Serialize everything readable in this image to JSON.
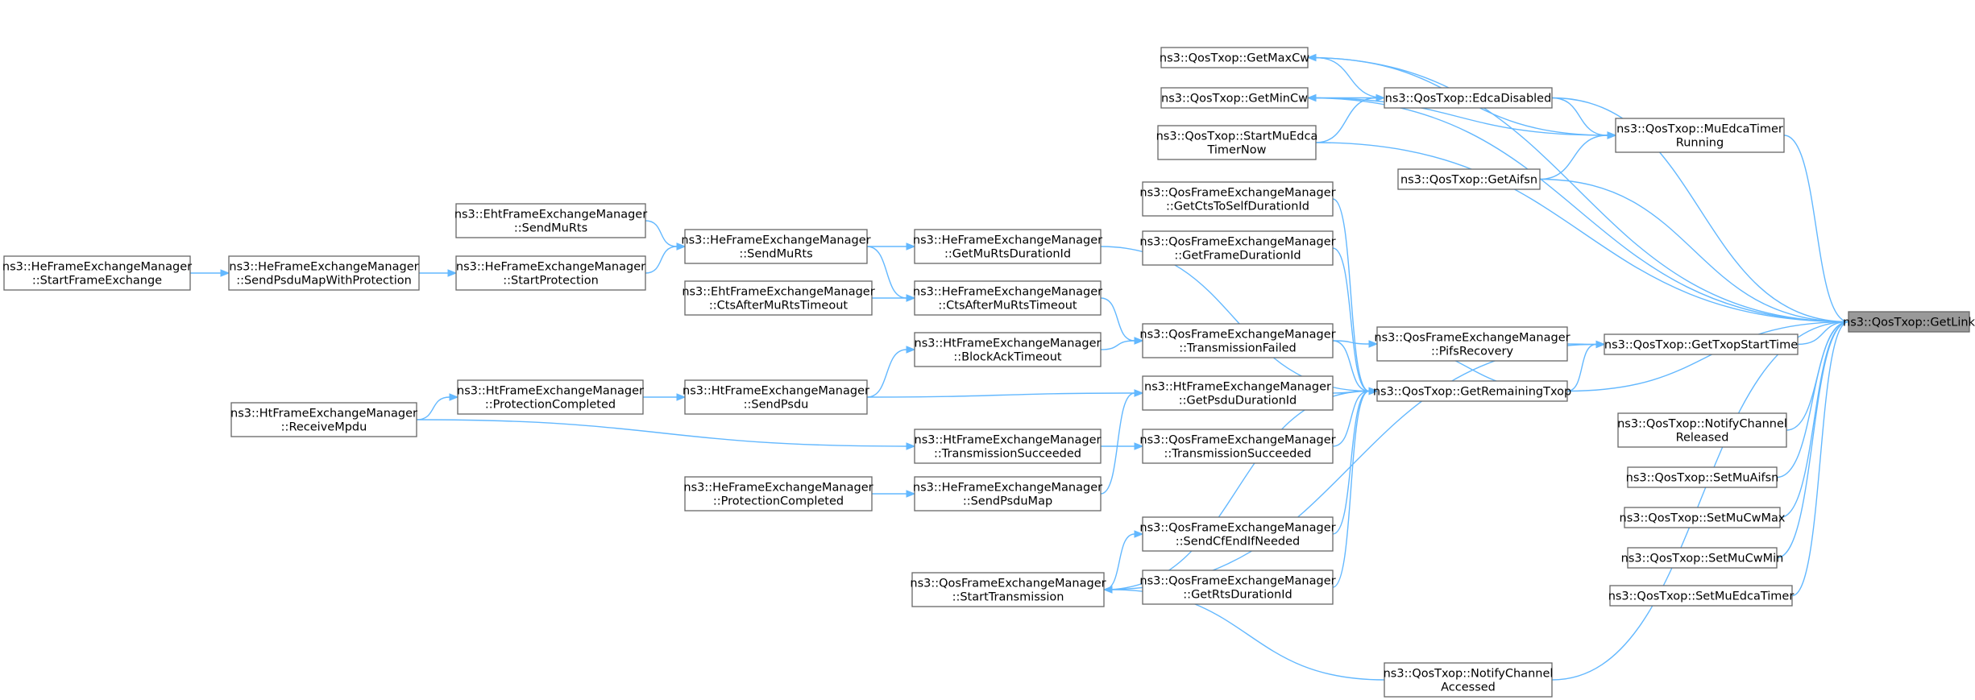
{
  "nodes": [
    {
      "id": "getlink",
      "label": [
        "ns3::QosTxop::GetLink"
      ],
      "root": true
    },
    {
      "id": "getmaxcw",
      "label": [
        "ns3::QosTxop::GetMaxCw"
      ]
    },
    {
      "id": "getmincw",
      "label": [
        "ns3::QosTxop::GetMinCw"
      ]
    },
    {
      "id": "edcadisabled",
      "label": [
        "ns3::QosTxop::EdcaDisabled"
      ]
    },
    {
      "id": "muedcatimerrunning",
      "label": [
        "ns3::QosTxop::MuEdcaTimer",
        "Running"
      ]
    },
    {
      "id": "startmuedcatimernow",
      "label": [
        "ns3::QosTxop::StartMuEdca",
        "TimerNow"
      ]
    },
    {
      "id": "getaifsn",
      "label": [
        "ns3::QosTxop::GetAifsn"
      ]
    },
    {
      "id": "qfem_getctstoself",
      "label": [
        "ns3::QosFrameExchangeManager",
        "::GetCtsToSelfDurationId"
      ]
    },
    {
      "id": "qfem_getframeduration",
      "label": [
        "ns3::QosFrameExchangeManager",
        "::GetFrameDurationId"
      ]
    },
    {
      "id": "eht_sendmurts",
      "label": [
        "ns3::EhtFrameExchangeManager",
        "::SendMuRts"
      ]
    },
    {
      "id": "he_sendmurts",
      "label": [
        "ns3::HeFrameExchangeManager",
        "::SendMuRts"
      ]
    },
    {
      "id": "he_getmurtsduration",
      "label": [
        "ns3::HeFrameExchangeManager",
        "::GetMuRtsDurationId"
      ]
    },
    {
      "id": "he_startframeexchange",
      "label": [
        "ns3::HeFrameExchangeManager",
        "::StartFrameExchange"
      ]
    },
    {
      "id": "he_sendpsdumapwithprot",
      "label": [
        "ns3::HeFrameExchangeManager",
        "::SendPsduMapWithProtection"
      ]
    },
    {
      "id": "he_startprotection",
      "label": [
        "ns3::HeFrameExchangeManager",
        "::StartProtection"
      ]
    },
    {
      "id": "eht_ctsaftermurts",
      "label": [
        "ns3::EhtFrameExchangeManager",
        "::CtsAfterMuRtsTimeout"
      ]
    },
    {
      "id": "he_ctsaftermurts",
      "label": [
        "ns3::HeFrameExchangeManager",
        "::CtsAfterMuRtsTimeout"
      ]
    },
    {
      "id": "ht_blockacktimeout",
      "label": [
        "ns3::HtFrameExchangeManager",
        "::BlockAckTimeout"
      ]
    },
    {
      "id": "qfem_transmissionfailed",
      "label": [
        "ns3::QosFrameExchangeManager",
        "::TransmissionFailed"
      ]
    },
    {
      "id": "qfem_pifsrecovery",
      "label": [
        "ns3::QosFrameExchangeManager",
        "::PifsRecovery"
      ]
    },
    {
      "id": "gettxopstarttime",
      "label": [
        "ns3::QosTxop::GetTxopStartTime"
      ]
    },
    {
      "id": "ht_protectioncompleted",
      "label": [
        "ns3::HtFrameExchangeManager",
        "::ProtectionCompleted"
      ]
    },
    {
      "id": "ht_sendpsdu",
      "label": [
        "ns3::HtFrameExchangeManager",
        "::SendPsdu"
      ]
    },
    {
      "id": "ht_getpsduduration",
      "label": [
        "ns3::HtFrameExchangeManager",
        "::GetPsduDurationId"
      ]
    },
    {
      "id": "getremainingtxop",
      "label": [
        "ns3::QosTxop::GetRemainingTxop"
      ]
    },
    {
      "id": "ht_receivempdu",
      "label": [
        "ns3::HtFrameExchangeManager",
        "::ReceiveMpdu"
      ]
    },
    {
      "id": "ht_transmissionsucceeded",
      "label": [
        "ns3::HtFrameExchangeManager",
        "::TransmissionSucceeded"
      ]
    },
    {
      "id": "qfem_transmissionsucceeded",
      "label": [
        "ns3::QosFrameExchangeManager",
        "::TransmissionSucceeded"
      ]
    },
    {
      "id": "notifychannelreleased",
      "label": [
        "ns3::QosTxop::NotifyChannel",
        "Released"
      ]
    },
    {
      "id": "setmuaifsn",
      "label": [
        "ns3::QosTxop::SetMuAifsn"
      ]
    },
    {
      "id": "he_protectioncompleted",
      "label": [
        "ns3::HeFrameExchangeManager",
        "::ProtectionCompleted"
      ]
    },
    {
      "id": "he_sendpsdumap",
      "label": [
        "ns3::HeFrameExchangeManager",
        "::SendPsduMap"
      ]
    },
    {
      "id": "setmucwmax",
      "label": [
        "ns3::QosTxop::SetMuCwMax"
      ]
    },
    {
      "id": "qfem_sendcfendifneeded",
      "label": [
        "ns3::QosFrameExchangeManager",
        "::SendCfEndIfNeeded"
      ]
    },
    {
      "id": "setmucwmin",
      "label": [
        "ns3::QosTxop::SetMuCwMin"
      ]
    },
    {
      "id": "qfem_getrtsduration",
      "label": [
        "ns3::QosFrameExchangeManager",
        "::GetRtsDurationId"
      ]
    },
    {
      "id": "qfem_starttransmission",
      "label": [
        "ns3::QosFrameExchangeManager",
        "::StartTransmission"
      ]
    },
    {
      "id": "setmuedcatimer",
      "label": [
        "ns3::QosTxop::SetMuEdcaTimer"
      ]
    },
    {
      "id": "notifychannelaccessed",
      "label": [
        "ns3::QosTxop::NotifyChannel",
        "Accessed"
      ]
    }
  ],
  "edges": [
    [
      "getmaxcw",
      "getlink"
    ],
    [
      "getmaxcw",
      "muedcatimerrunning"
    ],
    [
      "edcadisabled",
      "getmaxcw"
    ],
    [
      "edcadisabled",
      "getmincw"
    ],
    [
      "edcadisabled",
      "muedcatimerrunning"
    ],
    [
      "startmuedcatimernow",
      "edcadisabled"
    ],
    [
      "getmincw",
      "getlink"
    ],
    [
      "getmincw",
      "muedcatimerrunning"
    ],
    [
      "muedcatimerrunning",
      "getlink"
    ],
    [
      "getaifsn",
      "muedcatimerrunning"
    ],
    [
      "getaifsn",
      "getlink"
    ],
    [
      "startmuedcatimernow",
      "getlink"
    ],
    [
      "edcadisabled",
      "getlink"
    ],
    [
      "gettxopstarttime",
      "getlink"
    ],
    [
      "getremainingtxop",
      "getlink"
    ],
    [
      "getremainingtxop",
      "gettxopstarttime"
    ],
    [
      "notifychannelaccessed",
      "getlink"
    ],
    [
      "notifychannelreleased",
      "getlink"
    ],
    [
      "setmuaifsn",
      "getlink"
    ],
    [
      "setmucwmax",
      "getlink"
    ],
    [
      "setmucwmin",
      "getlink"
    ],
    [
      "setmuedcatimer",
      "getlink"
    ],
    [
      "qfem_pifsrecovery",
      "gettxopstarttime"
    ],
    [
      "qfem_starttransmission",
      "gettxopstarttime"
    ],
    [
      "qfem_getctstoself",
      "getremainingtxop"
    ],
    [
      "qfem_getframeduration",
      "getremainingtxop"
    ],
    [
      "he_getmurtsduration",
      "getremainingtxop"
    ],
    [
      "qfem_transmissionfailed",
      "getremainingtxop"
    ],
    [
      "qfem_pifsrecovery",
      "getremainingtxop"
    ],
    [
      "ht_getpsduduration",
      "getremainingtxop"
    ],
    [
      "qfem_transmissionsucceeded",
      "getremainingtxop"
    ],
    [
      "qfem_sendcfendifneeded",
      "getremainingtxop"
    ],
    [
      "qfem_getrtsduration",
      "getremainingtxop"
    ],
    [
      "qfem_starttransmission",
      "getremainingtxop"
    ],
    [
      "qfem_transmissionfailed",
      "qfem_pifsrecovery"
    ],
    [
      "he_ctsaftermurts",
      "qfem_transmissionfailed"
    ],
    [
      "ht_blockacktimeout",
      "qfem_transmissionfailed"
    ],
    [
      "ht_transmissionsucceeded",
      "qfem_transmissionsucceeded"
    ],
    [
      "qfem_starttransmission",
      "qfem_sendcfendifneeded"
    ],
    [
      "notifychannelaccessed",
      "qfem_starttransmission"
    ],
    [
      "he_sendmurts",
      "he_getmurtsduration"
    ],
    [
      "he_sendmurts",
      "he_ctsaftermurts"
    ],
    [
      "eht_ctsaftermurts",
      "he_ctsaftermurts"
    ],
    [
      "ht_sendpsdu",
      "ht_blockacktimeout"
    ],
    [
      "ht_sendpsdu",
      "ht_getpsduduration"
    ],
    [
      "he_sendpsdumap",
      "ht_getpsduduration"
    ],
    [
      "he_protectioncompleted",
      "he_sendpsdumap"
    ],
    [
      "ht_receivempdu",
      "ht_transmissionsucceeded"
    ],
    [
      "eht_sendmurts",
      "he_sendmurts"
    ],
    [
      "he_startprotection",
      "he_sendmurts"
    ],
    [
      "he_sendpsdumapwithprot",
      "he_startprotection"
    ],
    [
      "he_startframeexchange",
      "he_sendpsdumapwithprot"
    ],
    [
      "ht_protectioncompleted",
      "ht_sendpsdu"
    ],
    [
      "ht_receivempdu",
      "ht_protectioncompleted"
    ]
  ]
}
